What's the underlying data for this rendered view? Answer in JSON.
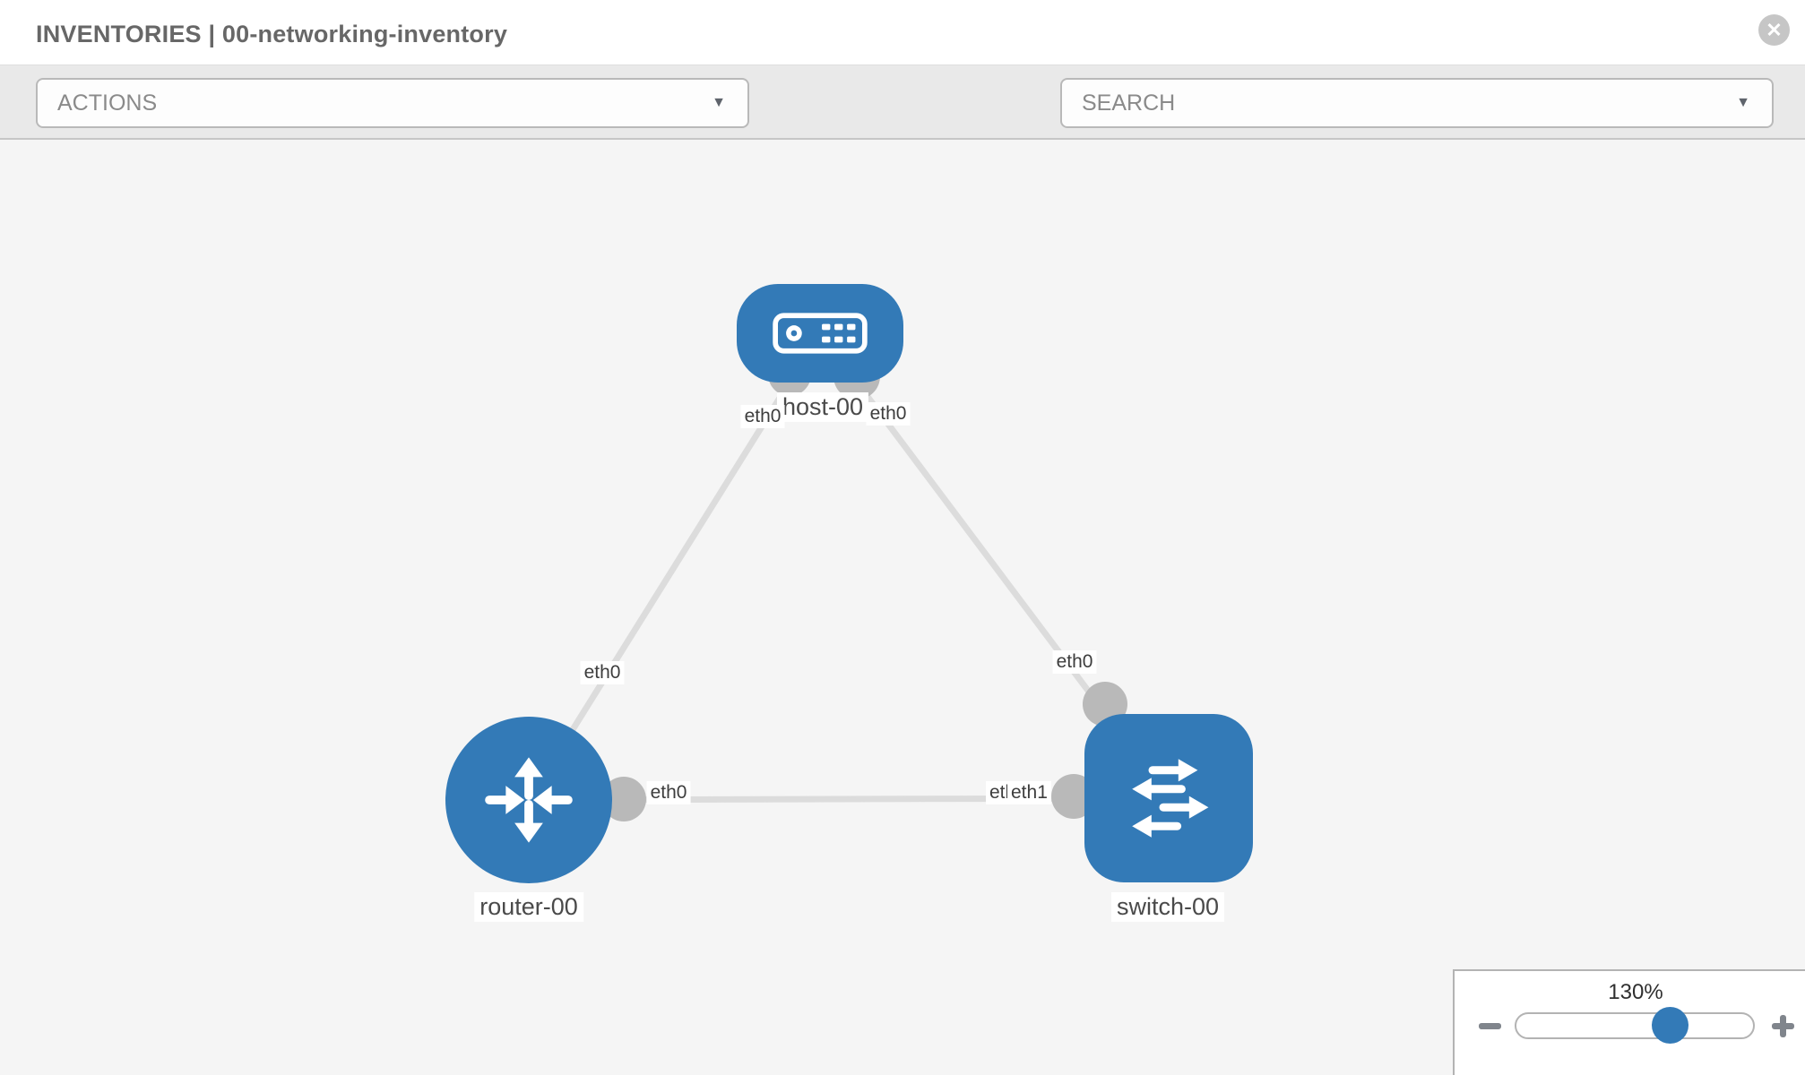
{
  "header": {
    "title": "INVENTORIES | 00-networking-inventory"
  },
  "icons": {
    "close": "✕",
    "caret": "▼",
    "toolbar_icons": [
      "wrench-icon",
      "key-icon"
    ]
  },
  "toolbar": {
    "actions_label": "ACTIONS",
    "search_label": "SEARCH"
  },
  "colors": {
    "node_blue": "#337ab7",
    "link_gray": "#dcdcdc",
    "connector_gray": "#b9b9b9",
    "canvas_bg": "#f5f5f5",
    "toolbar_bg": "#e9e9e9"
  },
  "topology": {
    "nodes": [
      {
        "id": "host-00",
        "type": "host",
        "label": "host-00"
      },
      {
        "id": "router-00",
        "type": "router",
        "label": "router-00"
      },
      {
        "id": "switch-00",
        "type": "switch",
        "label": "switch-00"
      }
    ],
    "links": [
      {
        "source": "router-00",
        "target": "host-00",
        "source_interface": "eth0",
        "target_interface": "eth0"
      },
      {
        "source": "host-00",
        "target": "switch-00",
        "source_interface": "eth0",
        "target_interface": "eth0"
      },
      {
        "source": "router-00",
        "target": "switch-00",
        "source_interface": "eth0",
        "target_interface": "eth1"
      }
    ],
    "interface_labels": [
      {
        "text": "eth0",
        "at": "host-left"
      },
      {
        "text": "eth0",
        "at": "host-right"
      },
      {
        "text": "eth0",
        "at": "router-uplink"
      },
      {
        "text": "eth0",
        "at": "switch-uplink"
      },
      {
        "text": "eth0",
        "at": "router-right"
      },
      {
        "text": "eth0",
        "at": "switch-left-under"
      },
      {
        "text": "eth1",
        "at": "switch-left-over"
      }
    ]
  },
  "zoom_panel": {
    "level": "130%"
  }
}
